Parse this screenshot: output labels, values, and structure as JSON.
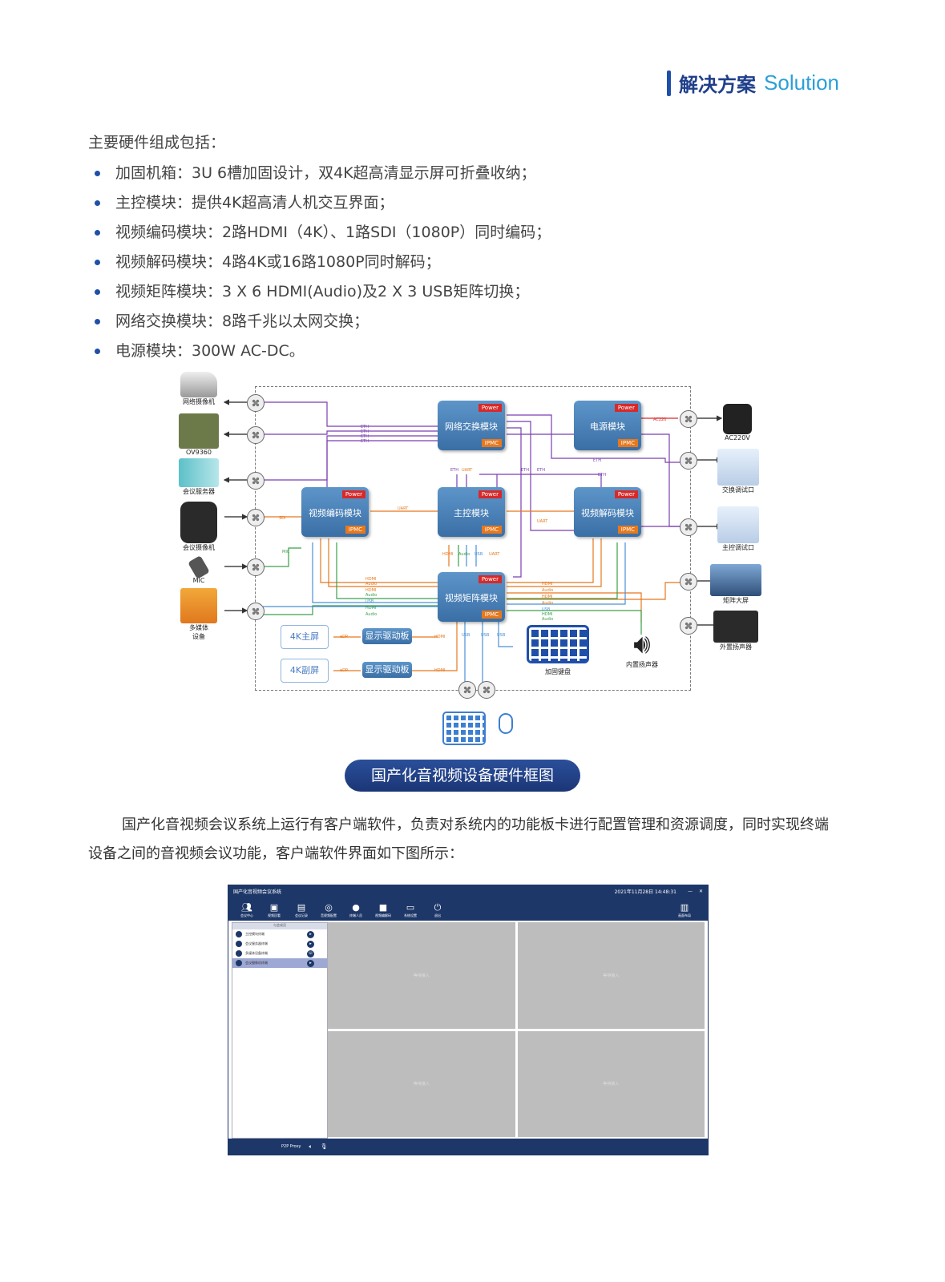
{
  "header": {
    "cn": "解决方案",
    "en": "Solution"
  },
  "intro": "主要硬件组成包括：",
  "items": [
    "加固机箱：3U 6槽加固设计，双4K超高清显示屏可折叠收纳；",
    "主控模块：提供4K超高清人机交互界面；",
    "视频编码模块：2路HDMI（4K）、1路SDI（1080P）同时编码；",
    "视频解码模块：4路4K或16路1080P同时解码；",
    "视频矩阵模块：3 X 6 HDMI(Audio)及2 X 3 USB矩阵切换；",
    "网络交换模块：8路千兆以太网交换；",
    "电源模块：300W AC-DC。"
  ],
  "diagram": {
    "tags": {
      "power": "Power",
      "ipmc": "IPMC"
    },
    "modules": {
      "switch": "网络交换模块",
      "power": "电源模块",
      "encoder": "视频编码模块",
      "main": "主控模块",
      "decoder": "视频解码模块",
      "matrix": "视频矩阵模块"
    },
    "left_devices": [
      "网络摄像机",
      "OV9360",
      "会议服务器",
      "会议摄像机",
      "MIC",
      "多媒体\n设备"
    ],
    "right_devices": [
      "AC220V",
      "交换调试口",
      "主控调试口",
      "矩阵大屏",
      "外置扬声器"
    ],
    "screens": [
      "4K主屏",
      "4K副屏"
    ],
    "drivers": [
      "显示驱动板",
      "显示驱动板"
    ],
    "keyboard": "加固键盘",
    "speaker": "内置扬声器",
    "line_labels": {
      "eth": "ETH",
      "uart": "UART",
      "sdi": "SDI",
      "mic": "MIC",
      "hdmi": "HDMI",
      "audio": "Audio",
      "usb": "USB",
      "dp": "eDP",
      "ac": "AC220"
    }
  },
  "caption": "国产化音视频设备硬件框图",
  "paragraph": "国产化音视频会议系统上运行有客户端软件，负责对系统内的功能板卡进行配置管理和资源调度，同时实现终端设备之间的音视频会议功能，客户端软件界面如下图所示：",
  "app": {
    "title": "国产化音视频会议系统",
    "datetime": "2021年11月28日 14:48:31",
    "toolbar": [
      "会议中心",
      "视频回看",
      "会议记录",
      "音视频配置",
      "终端人员",
      "视频编解码",
      "系统设置",
      "退出"
    ],
    "right_tool": "画面布局",
    "side_header": "与会成员",
    "members": [
      "主控模块终端",
      "会议服务器终端",
      "多媒体设备终端",
      "会议摄像机终端"
    ],
    "panes": [
      "等待接入",
      "等待接入",
      "等待接入",
      "等待接入"
    ],
    "status": "P2P Proxy"
  }
}
